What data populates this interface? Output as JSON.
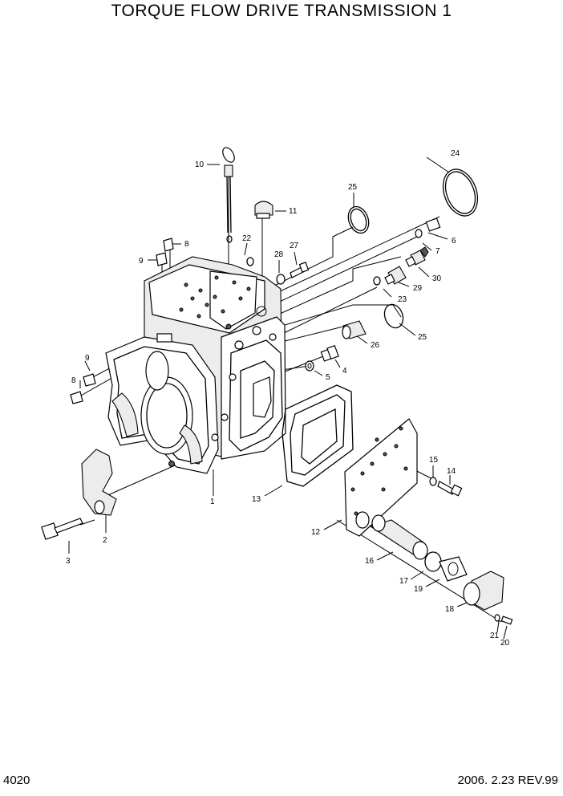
{
  "header": {
    "title": "TORQUE FLOW DRIVE TRANSMISSION 1"
  },
  "footer": {
    "page_number": "4020",
    "date_revision": "2006. 2.23 REV.99"
  },
  "callouts": [
    "1",
    "2",
    "3",
    "4",
    "5",
    "6",
    "7",
    "8",
    "8",
    "9",
    "9",
    "10",
    "11",
    "12",
    "13",
    "14",
    "15",
    "16",
    "17",
    "18",
    "19",
    "20",
    "21",
    "22",
    "23",
    "24",
    "25",
    "25",
    "26",
    "27",
    "28",
    "29",
    "30"
  ]
}
